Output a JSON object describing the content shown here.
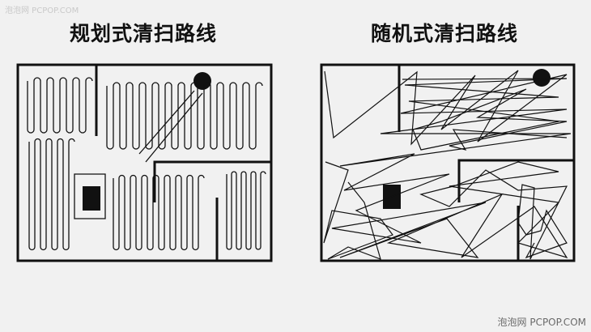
{
  "watermark_top": "泡泡网 PCPOP.COM",
  "watermark_bottom": "泡泡网 PCPOP.COM",
  "panels": {
    "planned": {
      "title": "规划式清扫路线"
    },
    "random": {
      "title": "随机式清扫路线"
    }
  },
  "colors": {
    "stroke": "#111111",
    "background": "#f1f1f1"
  }
}
